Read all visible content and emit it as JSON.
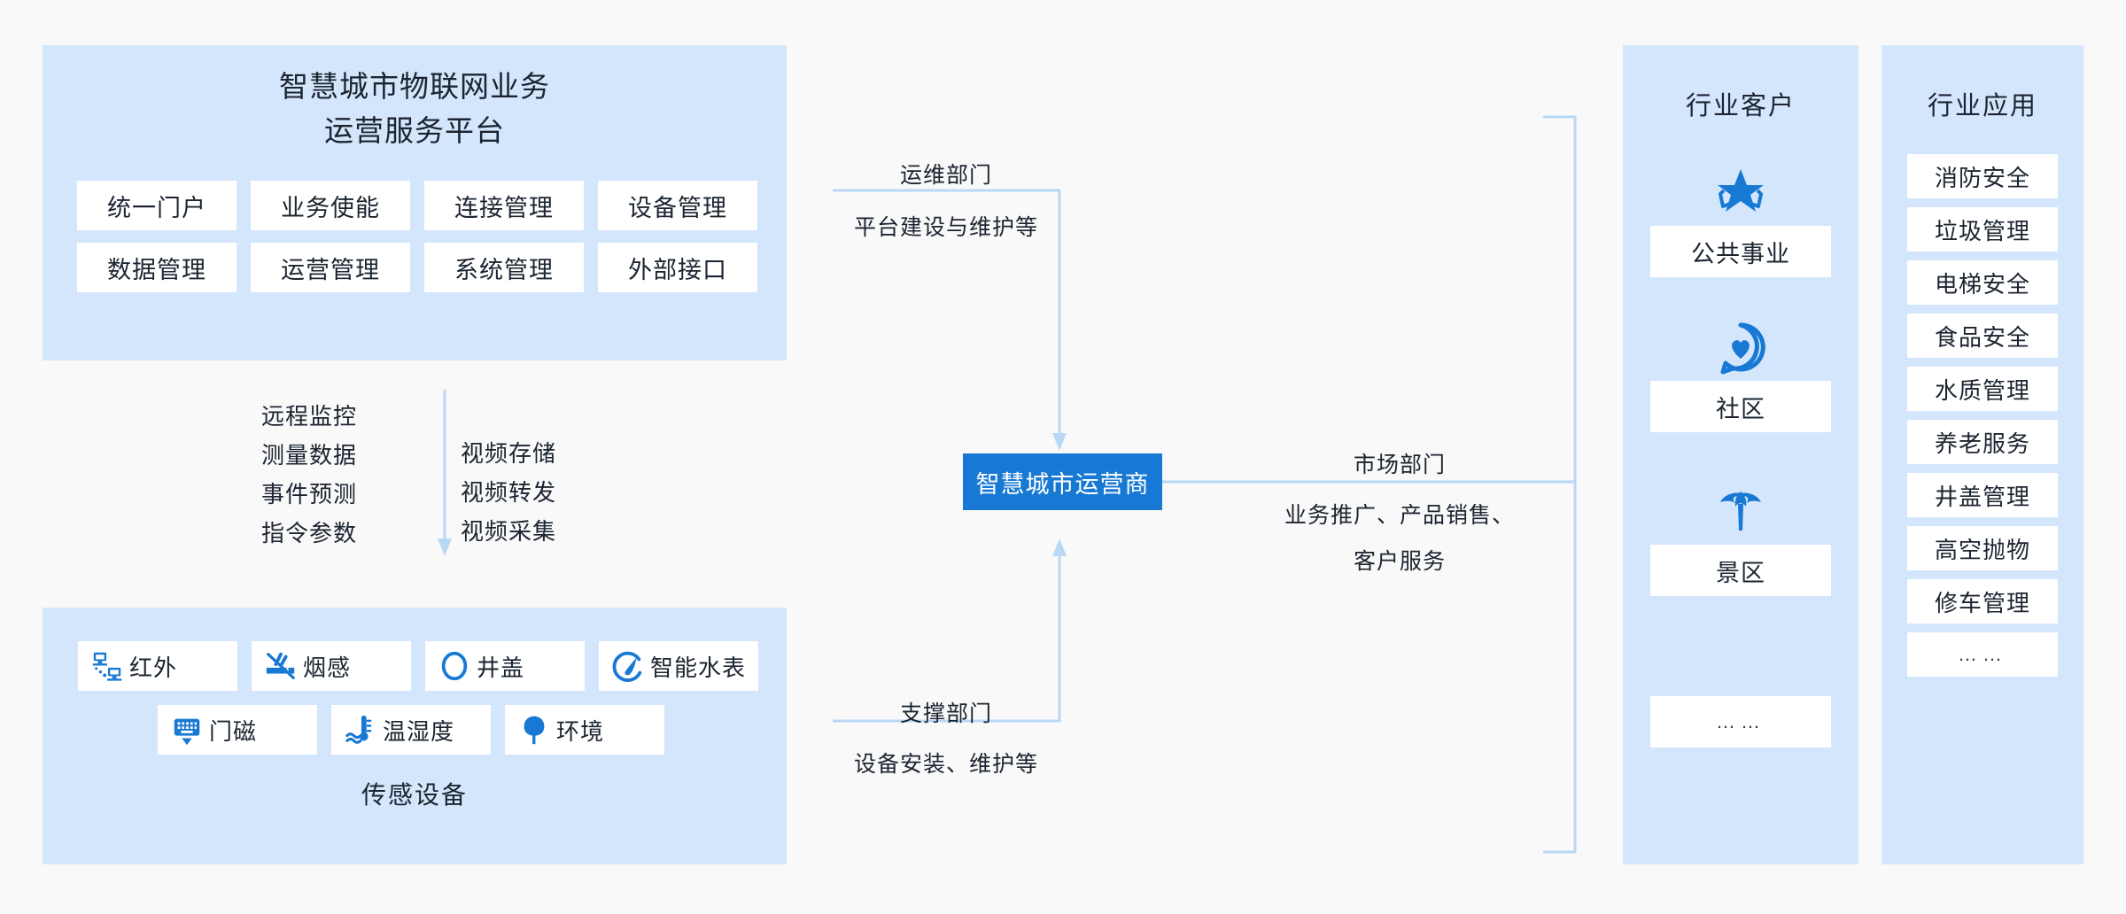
{
  "colors": {
    "page_background": "#f9f9f9",
    "panel_background": "#d4e6fc",
    "accent_blue": "#1879d4",
    "connector_blue": "#b9d8f5",
    "card_white": "#ffffff",
    "text_dark": "#1b2430"
  },
  "platform": {
    "title_line1": "智慧城市物联网业务",
    "title_line2": "运营服务平台",
    "modules": [
      "统一门户",
      "业务使能",
      "连接管理",
      "设备管理",
      "数据管理",
      "运营管理",
      "系统管理",
      "外部接口"
    ]
  },
  "flow": {
    "left_items": [
      "远程监控",
      "测量数据",
      "事件预测",
      "指令参数"
    ],
    "right_items": [
      "视频存储",
      "视频转发",
      "视频采集"
    ],
    "arrow_direction": "down"
  },
  "sensors": {
    "caption": "传感设备",
    "row1": [
      {
        "label": "红外",
        "icon": "infrared-icon"
      },
      {
        "label": "烟感",
        "icon": "smoke-detector-icon"
      },
      {
        "label": "井盖",
        "icon": "manhole-cover-icon"
      },
      {
        "label": "智能水表",
        "icon": "water-meter-icon"
      }
    ],
    "row2": [
      {
        "label": "门磁",
        "icon": "door-sensor-icon"
      },
      {
        "label": "温湿度",
        "icon": "temperature-humidity-icon"
      },
      {
        "label": "环境",
        "icon": "environment-tree-icon"
      }
    ]
  },
  "operator": {
    "label": "智慧城市运营商"
  },
  "edges": {
    "top": {
      "title": "运维部门",
      "desc": "平台建设与维护等"
    },
    "bottom": {
      "title": "支撑部门",
      "desc": "设备安装、维护等"
    },
    "right": {
      "title": "市场部门",
      "desc_line1": "业务推广、产品销售、",
      "desc_line2": "客户服务"
    }
  },
  "customers": {
    "title": "行业客户",
    "items": [
      {
        "label": "公共事业",
        "icon": "star-badge-icon"
      },
      {
        "label": "社区",
        "icon": "heart-pin-icon"
      },
      {
        "label": "景区",
        "icon": "palm-tree-icon"
      },
      {
        "label": "……",
        "icon": null
      }
    ]
  },
  "applications": {
    "title": "行业应用",
    "items": [
      "消防安全",
      "垃圾管理",
      "电梯安全",
      "食品安全",
      "水质管理",
      "养老服务",
      "井盖管理",
      "高空抛物",
      "修车管理",
      "……"
    ]
  }
}
